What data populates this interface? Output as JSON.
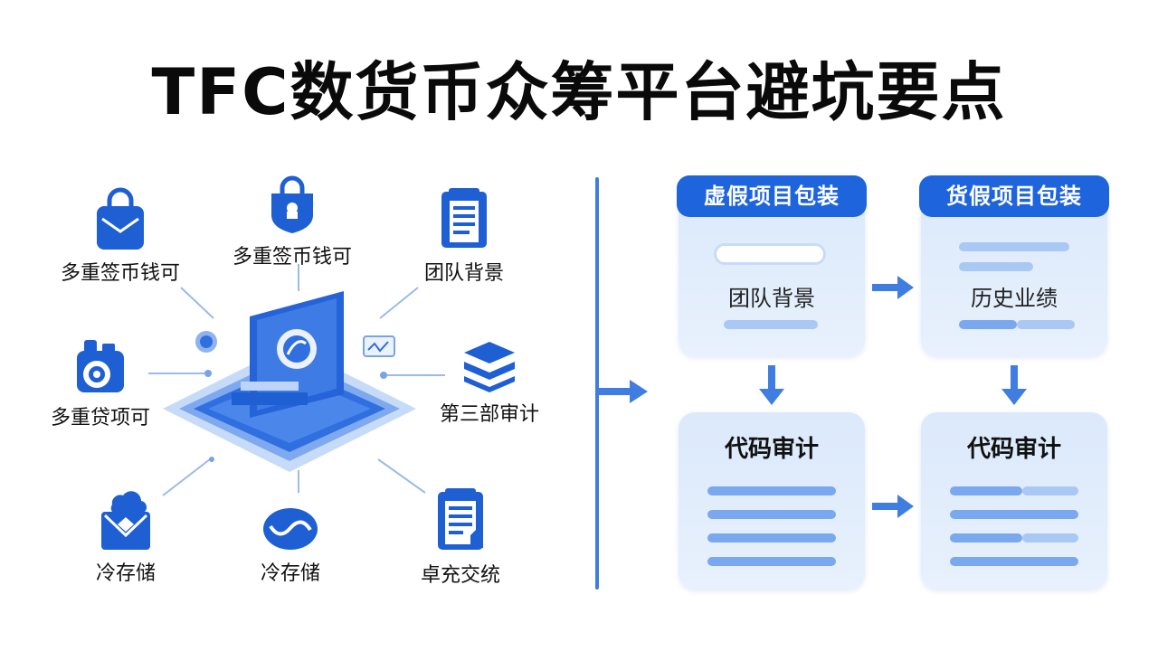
{
  "title": "TFC数货币众筹平台避坑要点",
  "left_nodes": [
    {
      "label": "多重签币钱可",
      "icon": "lock-bag-icon"
    },
    {
      "label": "多重签币钱可",
      "icon": "shield-lock-icon"
    },
    {
      "label": "团队背景",
      "icon": "document-icon"
    },
    {
      "label": "多重贷项可",
      "icon": "camera-target-icon"
    },
    {
      "label": "第三部审计",
      "icon": "stack-layers-icon"
    },
    {
      "label": "冷存储",
      "icon": "cloud-envelope-icon"
    },
    {
      "label": "冷存储",
      "icon": "wave-circle-icon"
    },
    {
      "label": "卓充交统",
      "icon": "notepad-icon"
    }
  ],
  "center_icon": "platform-hub-icon",
  "right_cards": {
    "top_left": {
      "header": "虚假项目包装",
      "text": "团队背景"
    },
    "top_right": {
      "header": "货假项目包装",
      "text": "历史业绩"
    },
    "bottom_left": {
      "title": "代码审计"
    },
    "bottom_right": {
      "title": "代码审计"
    }
  },
  "colors": {
    "accent": "#1e64dc",
    "card_bg": "#dbe9fb",
    "bar": "#a9c8f3"
  }
}
